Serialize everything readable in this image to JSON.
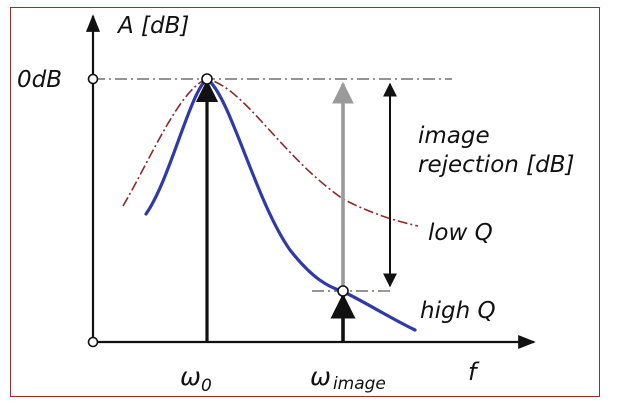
{
  "axes": {
    "y_label": "A [dB]",
    "x_label": "f",
    "y_tick_label": "0dB"
  },
  "x_ticks": {
    "omega0": {
      "main": "ω",
      "sub": "0"
    },
    "omega_image": {
      "main": "ω",
      "sub": "image"
    }
  },
  "annotations": {
    "rejection_line1": "image",
    "rejection_line2": "rejection [dB]",
    "low_q": "low Q",
    "high_q": "high Q"
  },
  "colors": {
    "frame": "#9e2a2a",
    "high_q_curve": "#2f3aa8",
    "low_q_curve": "#8b2a2a",
    "image_arrow": "#9a9a9a",
    "axis": "#111111"
  }
}
